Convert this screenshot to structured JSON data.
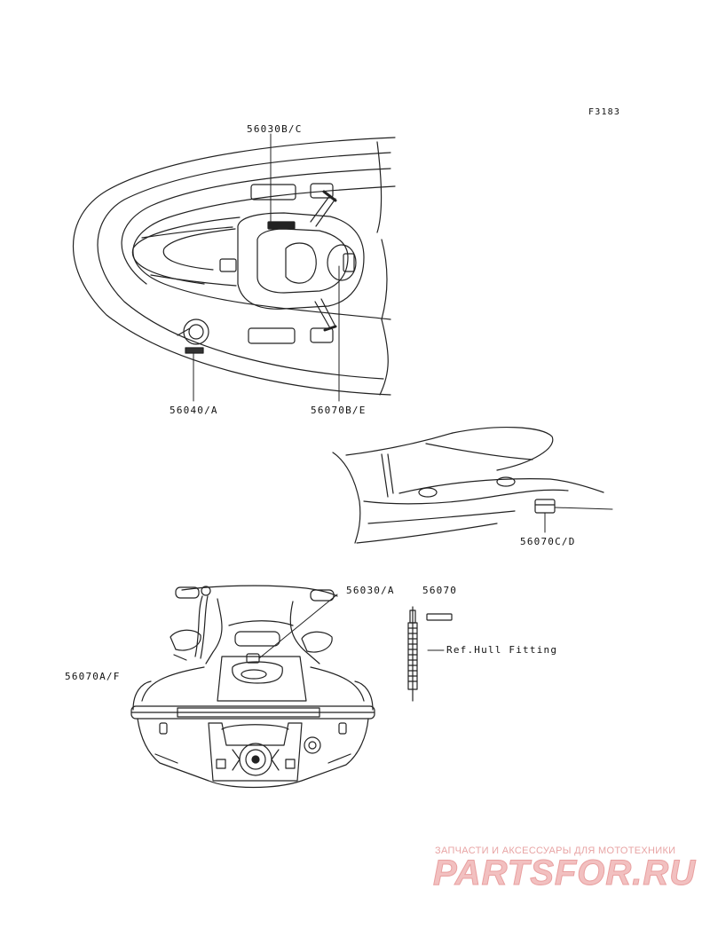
{
  "figure_code": "F3183",
  "callouts": {
    "top_upper": "56030B/C",
    "top_lower_left": "56040/A",
    "top_lower_right": "56070B/E",
    "middle_right": "56070C/D",
    "bottom_center": "56030/A",
    "bottom_left": "56070A/F",
    "bottom_part": "56070",
    "bottom_ref": "Ref.Hull Fitting"
  },
  "watermark": {
    "tagline": "ЗАПЧАСТИ И АКСЕССУАРЫ ДЛЯ МОТОТЕХНИКИ",
    "logo": "PARTSFOR.RU"
  },
  "colors": {
    "line": "#222222",
    "watermark": "#f2c0c0"
  }
}
